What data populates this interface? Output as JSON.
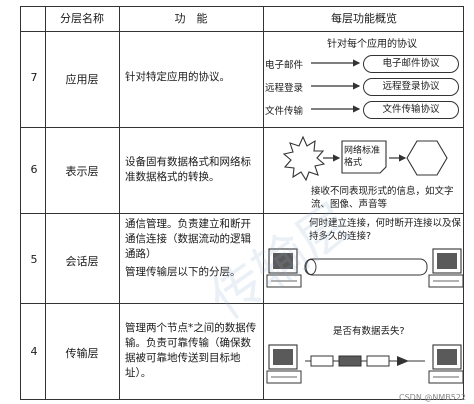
{
  "header": {
    "col_name": "分层名称",
    "col_func": "功　能",
    "col_overview": "每层功能概览"
  },
  "rows": [
    {
      "num": "7",
      "name": "应用层",
      "func": "针对特定应用的协议。",
      "overview": {
        "title": "针对每个应用的协议",
        "items": [
          {
            "left": "电子邮件",
            "right": "电子邮件协议"
          },
          {
            "left": "远程登录",
            "right": "远程登录协议"
          },
          {
            "left": "文件传输",
            "right": "文件传输协议"
          }
        ]
      }
    },
    {
      "num": "6",
      "name": "表示层",
      "func": "设备固有数据格式和网络标准数据格式的转换。",
      "overview": {
        "box": "网络标准格式",
        "caption": "接收不同表现形式的信息，如文字流、图像、声音等"
      }
    },
    {
      "num": "5",
      "name": "会话层",
      "func": "通信管理。负责建立和断开通信连接（数据流动的逻辑通路）",
      "func2": "管理传输层以下的分层。",
      "overview": {
        "caption": "何时建立连接，何时断开连接以及保持多久的连接?"
      }
    },
    {
      "num": "4",
      "name": "传输层",
      "func": "管理两个节点*之间的数据传输。负责可靠传输（确保数据被可靠地传送到目标地址）。",
      "overview": {
        "caption": "是否有数据丢失?"
      }
    }
  ],
  "footer": {
    "watermark": "传输层",
    "credit": "CSDN @NMB522"
  },
  "colors": {
    "line": "#333333",
    "screen": "#5a5a5a"
  }
}
